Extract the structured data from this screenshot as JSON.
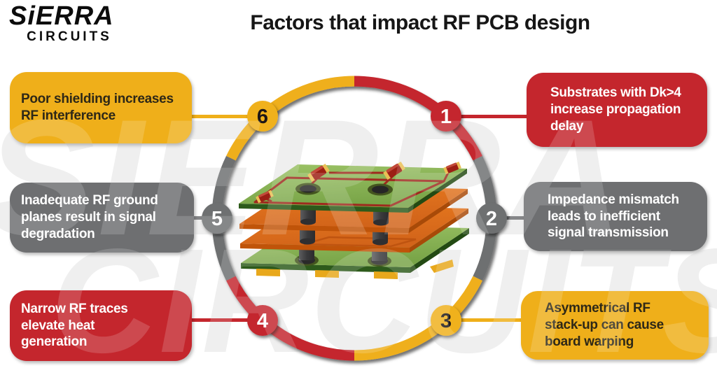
{
  "brand": {
    "name": "SiERRA",
    "subname": "CIRCUITS"
  },
  "title": "Factors that impact RF PCB design",
  "watermark": {
    "line1": "SIERRA",
    "line2": "CIRCUITS"
  },
  "colors": {
    "red": "#C4262D",
    "yellow": "#EFAF1A",
    "gray": "#6E6F71"
  },
  "ring": {
    "segment_colors": [
      "red",
      "gray",
      "yellow",
      "red",
      "gray",
      "yellow"
    ],
    "description": "circular ring around central PCB stack-up illustration"
  },
  "diagram": {
    "icon": "pcb-stackup-3d-icon",
    "layers": [
      "green signal layer with red traces and components",
      "orange plane layer",
      "orange plane layer with trace loop",
      "green ground layer with pads"
    ],
    "vias": "gray cylindrical vias connecting layers"
  },
  "factors": [
    {
      "number": "1",
      "color": "red",
      "side": "right",
      "text": "Substrates with Dk>4\nincrease propagation\ndelay"
    },
    {
      "number": "2",
      "color": "gray",
      "side": "right",
      "text": "Impedance mismatch\nleads to inefficient\nsignal transmission"
    },
    {
      "number": "3",
      "color": "yellow",
      "side": "right",
      "text": "Asymmetrical RF\nstack-up can cause\nboard warping"
    },
    {
      "number": "4",
      "color": "red",
      "side": "left",
      "text": "Narrow RF traces\nelevate heat\ngeneration"
    },
    {
      "number": "5",
      "color": "gray",
      "side": "left",
      "text": "Inadequate RF ground\nplanes result in signal\ndegradation"
    },
    {
      "number": "6",
      "color": "yellow",
      "side": "left",
      "text": "Poor shielding increases\nRF interference"
    }
  ]
}
